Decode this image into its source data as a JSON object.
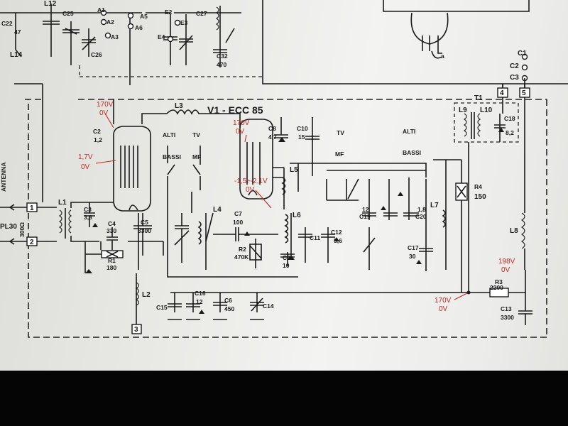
{
  "tube": {
    "title": "V1 - ECC 85"
  },
  "voltages": {
    "grid_left_top": "170V",
    "grid_left_bottom": "0V",
    "cathode_top": "1,7V",
    "cathode_bottom": "0V",
    "plate_right_top": "170V",
    "plate_right_bottom": "0V",
    "grid_right_top": "-1,5÷-2,1V",
    "grid_right_bottom": "0V",
    "feed_top": "198V",
    "feed_bottom": "0V",
    "bplus_top": "170V",
    "bplus_bottom": "0V"
  },
  "switch_labels": {
    "alti": "ALTI",
    "bassi": "BASSI",
    "tv": "TV",
    "mf": "MF",
    "alti2": "ALTI",
    "bassi2": "BASSI",
    "tv2": "TV",
    "mf2": "MF"
  },
  "terminals": {
    "t1": "1",
    "t2": "2",
    "t3": "3",
    "t4": "4",
    "t5": "5",
    "c1": "C1",
    "c2": "C2",
    "c3": "C3"
  },
  "inductors": {
    "l1": "L1",
    "l2": "L2",
    "l3": "L3",
    "l4": "L4",
    "l5": "L5",
    "l6": "L6",
    "l7": "L7",
    "l8": "L8",
    "l9": "L9",
    "l10": "L10",
    "l12": "L12",
    "l14": "L14",
    "l30": "PL30",
    "t1": "T1"
  },
  "components": {
    "c2": "C2",
    "c2v": "1,2",
    "c3": "C3",
    "c3v": "3,3",
    "c4": "C4",
    "c4v": "330",
    "c5": "C5",
    "c5v": "3300",
    "c6": "C6",
    "c6v": "450",
    "c7": "C7",
    "c7v": "100",
    "c8": "C8",
    "c8v": "4,7",
    "c9": "C9",
    "c9v": "10",
    "c10": "C10",
    "c10v": "15",
    "c11": "C11",
    "c12": "C12",
    "c12v": "5,6",
    "c13": "C13",
    "c13v": "3300",
    "c14": "C14",
    "c15": "C15",
    "c16": "C16",
    "c16v": "12",
    "c17": "C17",
    "c17v": "30",
    "c18": "C18",
    "c18v": "8,2",
    "c19": "C19",
    "c19v": "12",
    "c20": "C20",
    "c20v": "1,8",
    "c22": "C22",
    "c22v": "47",
    "c25": "C25",
    "c26": "C26",
    "c27": "C27",
    "c32": "C32",
    "c32v": "470",
    "r1": "R1",
    "r1v": "180",
    "r2": "R2",
    "r2v": "470K",
    "r3": "R3",
    "r3v": "2200",
    "r4": "R4",
    "r4v": "150"
  },
  "top_row": {
    "a1": "A1",
    "a2": "A2",
    "a3": "A3",
    "a5": "A5",
    "a6": "A6",
    "e2": "E2",
    "e3": "E3",
    "e4": "E4",
    "letter_a": "a"
  },
  "edge": {
    "antenna": "ANTENNA",
    "ohm": "300Ω"
  },
  "colors": {
    "paper": "#ececea",
    "ink": "#1a1a1a",
    "annotation": "#c8281e"
  }
}
